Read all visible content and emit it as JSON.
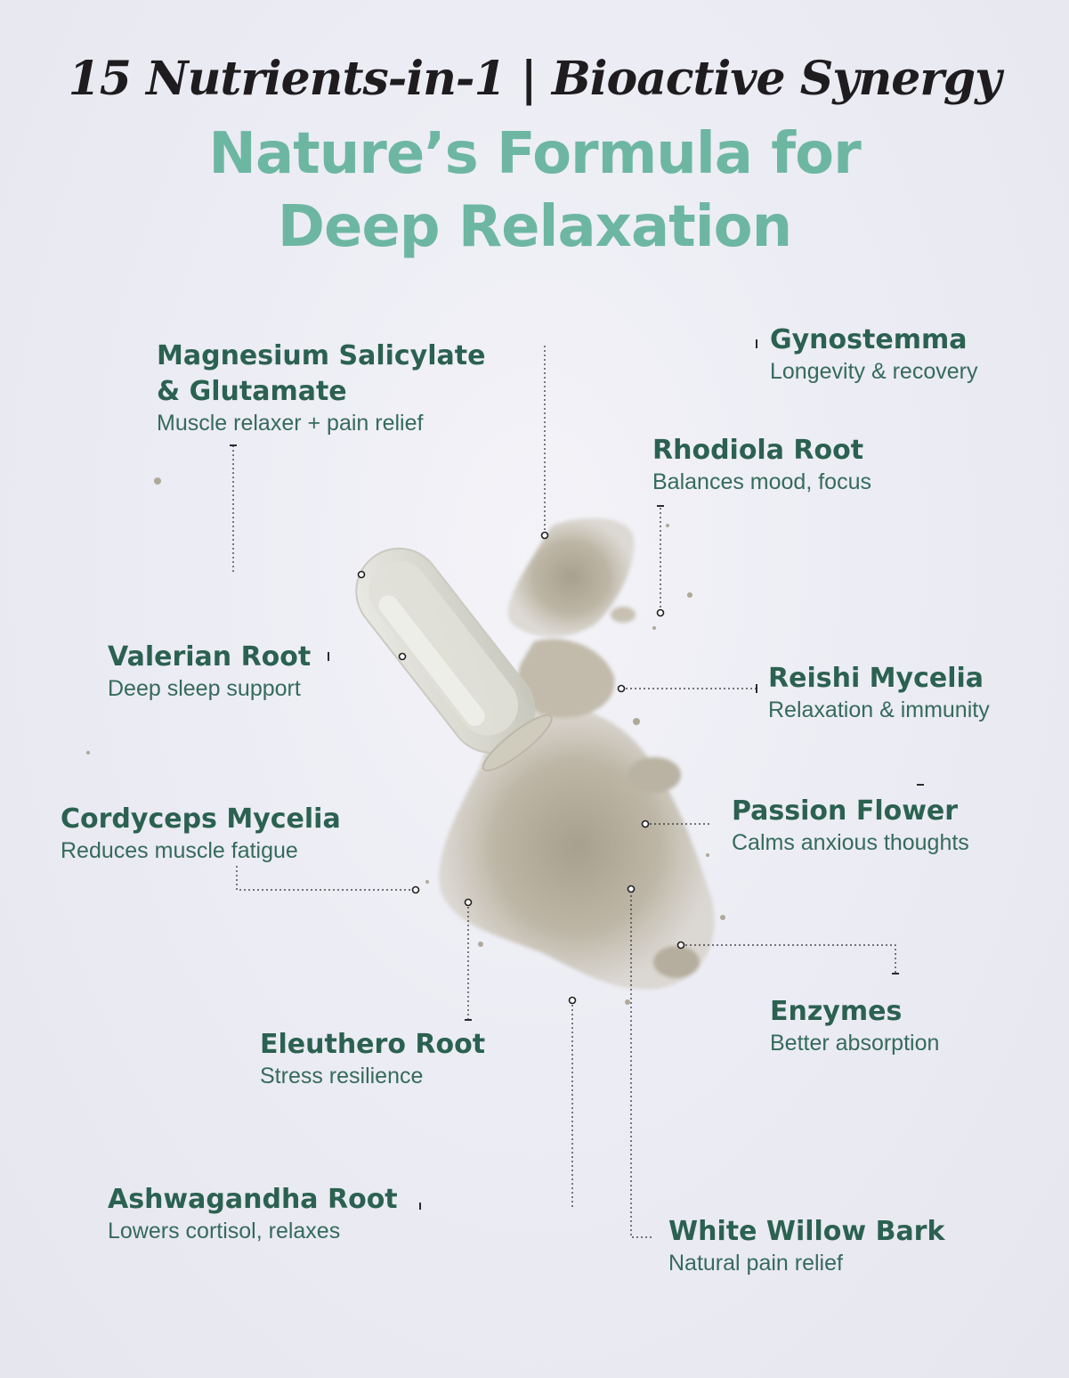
{
  "header": {
    "kicker": "15 Nutrients-in-1 | Bioactive Synergy",
    "headline_line1": "Nature’s Formula for",
    "headline_line2": "Deep Relaxation"
  },
  "colors": {
    "headline": "#6db7a2",
    "label_text": "#2b6150",
    "kicker_text": "#1f1c1f",
    "background": "#ececf4",
    "powder": "#b8b09f"
  },
  "image": {
    "subject": "open-capsule-with-powder"
  },
  "ingredients": [
    {
      "name": "Magnesium Salicylate",
      "name_line2": "& Glutamate",
      "benefit": "Muscle relaxer + pain relief"
    },
    {
      "name": "Gynostemma",
      "benefit": "Longevity & recovery"
    },
    {
      "name": "Rhodiola Root",
      "benefit": "Balances mood, focus"
    },
    {
      "name": "Valerian Root",
      "benefit": "Deep sleep support"
    },
    {
      "name": "Reishi Mycelia",
      "benefit": "Relaxation & immunity"
    },
    {
      "name": "Cordyceps Mycelia",
      "benefit": "Reduces muscle fatigue"
    },
    {
      "name": "Passion Flower",
      "benefit": "Calms anxious thoughts"
    },
    {
      "name": "Enzymes",
      "benefit": "Better absorption"
    },
    {
      "name": "Eleuthero Root",
      "benefit": "Stress resilience"
    },
    {
      "name": "Ashwagandha Root",
      "benefit": "Lowers cortisol, relaxes"
    },
    {
      "name": "White Willow Bark",
      "benefit": "Natural pain relief"
    }
  ]
}
